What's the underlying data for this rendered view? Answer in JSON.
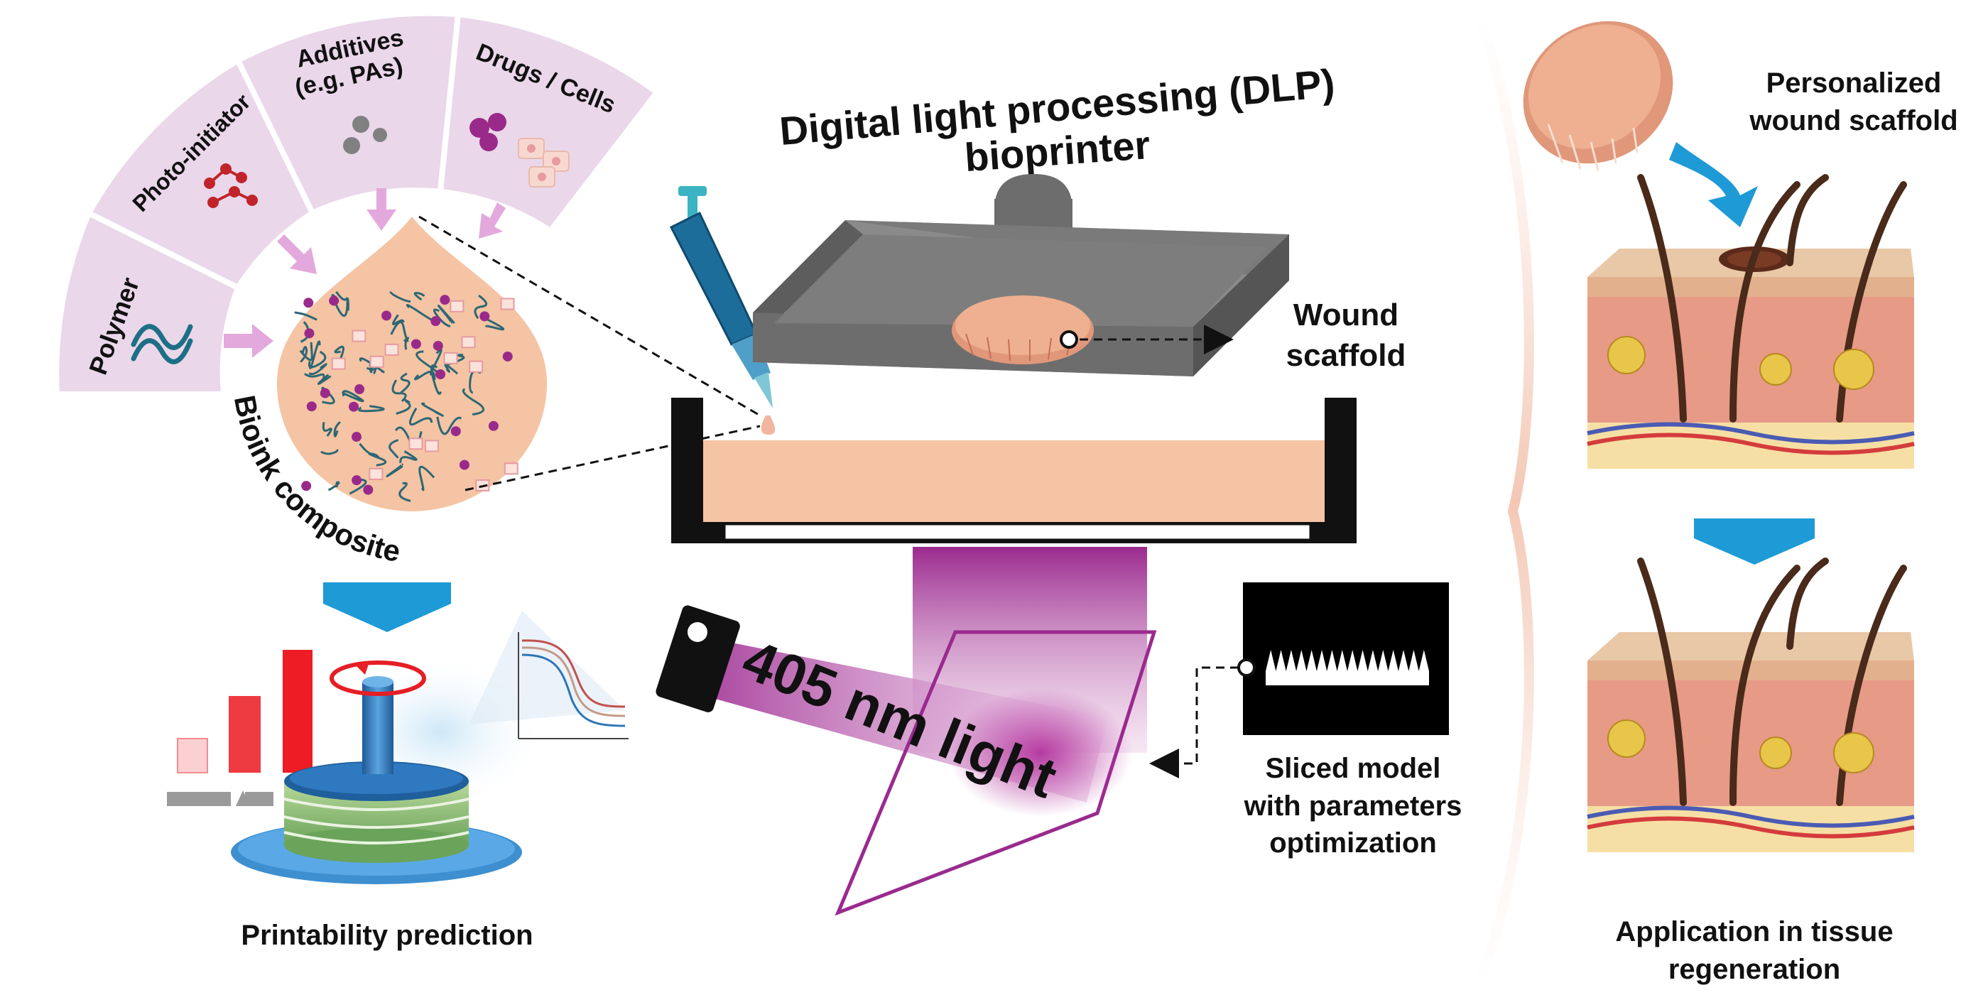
{
  "ingredients": [
    {
      "label": "Polymer",
      "icon": "polymer-chain-icon"
    },
    {
      "label": "Photo-initiator",
      "icon": "photo-initiator-icon"
    },
    {
      "label_line1": "Additives",
      "label_line2": "(e.g. PAs)",
      "icon": "additive-particles-icon"
    },
    {
      "label": "Drugs / Cells",
      "icon": "drugs-cells-icon"
    }
  ],
  "bioink_label": "Bioink composite",
  "printability_label": "Printability prediction",
  "printer": {
    "title_line1": "Digital light processing (DLP)",
    "title_line2": "bioprinter"
  },
  "wound_scaffold": {
    "line1": "Wound",
    "line2": "scaffold"
  },
  "light_label": "405 nm light",
  "sliced_model": {
    "line1": "Sliced model",
    "line2": "with parameters",
    "line3": "optimization"
  },
  "personalized": {
    "line1": "Personalized",
    "line2": "wound scaffold"
  },
  "application": {
    "line1": "Application in tissue",
    "line2": "regeneration"
  },
  "colors": {
    "ingredient_panel": "#ead7ea",
    "bioink": "#f4c4a4",
    "arrow_blue": "#1e9ad6",
    "uv_purple": "#b0409c",
    "printer_gray": "#6d6d6d",
    "skin": "#e79a86"
  }
}
